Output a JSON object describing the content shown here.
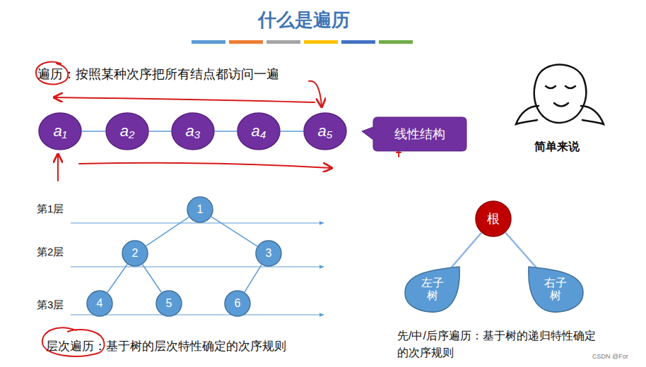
{
  "diagram": {
    "title": "什么是遍历",
    "nodes": [
      {
        "text": [
          "a₁"
        ]
      },
      {
        "text": [
          "a₂"
        ]
      },
      {
        "text": [
          "a₃"
        ]
      },
      {
        "text": [
          "a₄"
        ]
      },
      {
        "text": [
          "a₅"
        ]
      },
      {
        "text": [
          "线性结构"
        ]
      },
      {
        "text": [
          "1"
        ]
      },
      {
        "text": [
          "2"
        ]
      },
      {
        "text": [
          "3"
        ]
      },
      {
        "text": [
          "4"
        ]
      },
      {
        "text": [
          "5"
        ]
      },
      {
        "text": [
          "6"
        ]
      },
      {
        "text": [
          "根"
        ]
      },
      {
        "text": [
          "左子树"
        ]
      },
      {
        "text": [
          "右子树"
        ]
      }
    ],
    "edges": [
      {
        "from": 0,
        "to": 1,
        "arrow": "none"
      },
      {
        "from": 1,
        "to": 2,
        "arrow": "none"
      },
      {
        "from": 2,
        "to": 3,
        "arrow": "none"
      },
      {
        "from": 3,
        "to": 4,
        "arrow": "none"
      },
      {
        "from": 6,
        "to": 7,
        "arrow": "none"
      },
      {
        "from": 6,
        "to": 8,
        "arrow": "none"
      },
      {
        "from": 7,
        "to": 9,
        "arrow": "none"
      },
      {
        "from": 7,
        "to": 10,
        "arrow": "none"
      },
      {
        "from": 8,
        "to": 11,
        "arrow": "none"
      },
      {
        "from": 12,
        "to": 13,
        "arrow": "none"
      },
      {
        "from": 12,
        "to": 14,
        "arrow": "none"
      }
    ],
    "labels": [
      "遍历：按照某种次序把所有结点都访问一遍",
      "简单来说",
      "第1层",
      "第2层",
      "第3层",
      "层次遍历：基于树的层次特性确定的次序规则",
      "先/中/后序遍历：基于树的递归特性确定的次序规则",
      "CSDN @For"
    ]
  }
}
